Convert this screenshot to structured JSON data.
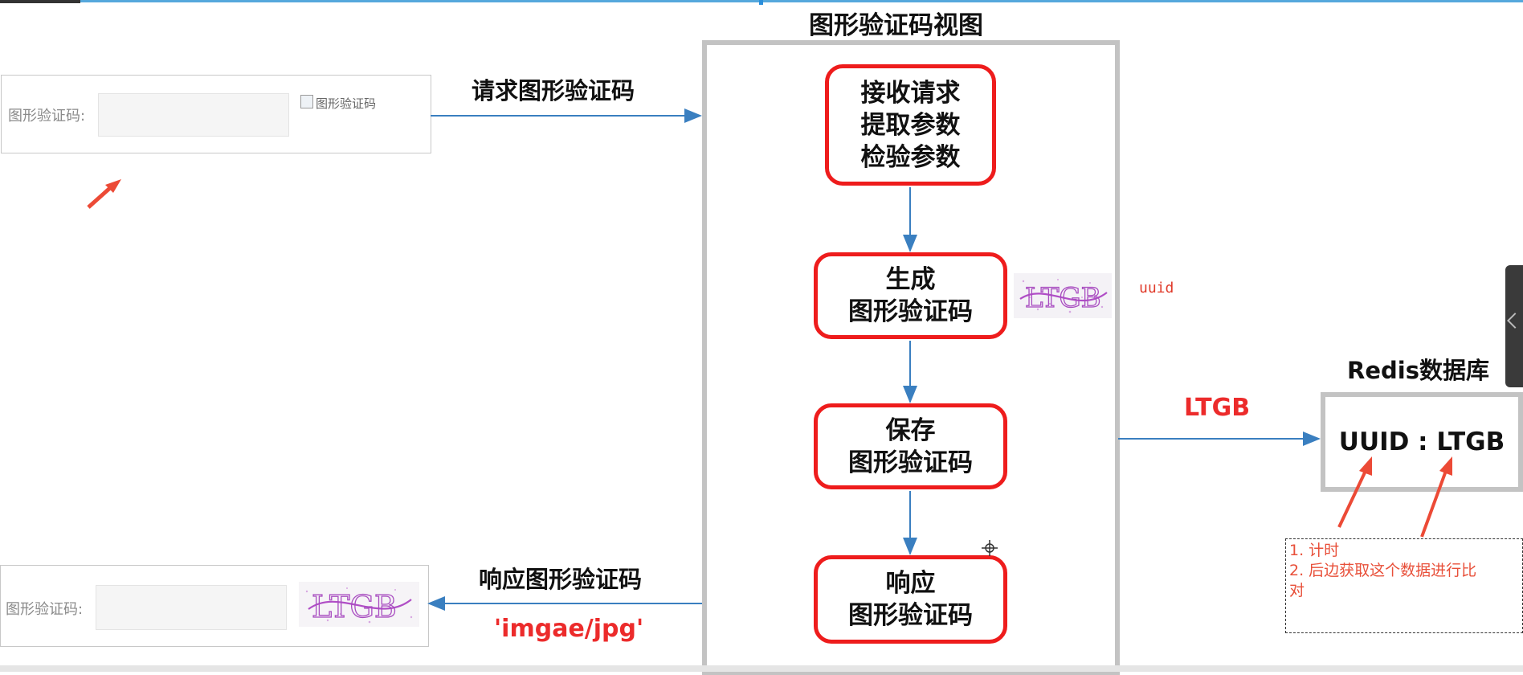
{
  "view_title": "图形验证码视图",
  "top_form": {
    "label": "图形验证码:",
    "img_alt": "图形验证码"
  },
  "bottom_form": {
    "label": "图形验证码:"
  },
  "captcha_text": "LTGB",
  "labels": {
    "request": "请求图形验证码",
    "response": "响应图形验证码",
    "content_type": "'imgae/jpg'",
    "ltgb_flow": "LTGB",
    "uuid_note": "uuid"
  },
  "steps": [
    {
      "text": "接收请求\n提取参数\n检验参数"
    },
    {
      "text": "生成\n图形验证码"
    },
    {
      "text": "保存\n图形验证码"
    },
    {
      "text": "响应\n图形验证码"
    }
  ],
  "redis": {
    "title": "Redis数据库",
    "content": "UUID : LTGB"
  },
  "note": {
    "line1": "1. 计时",
    "line2": "2. 后边获取这个数据进行比",
    "line3": "对"
  },
  "colors": {
    "arrow_blue": "#3a7fc0",
    "step_border": "#ee1c1c",
    "annotation_red": "#ec2b2b",
    "box_gray": "#c3c3c3"
  }
}
